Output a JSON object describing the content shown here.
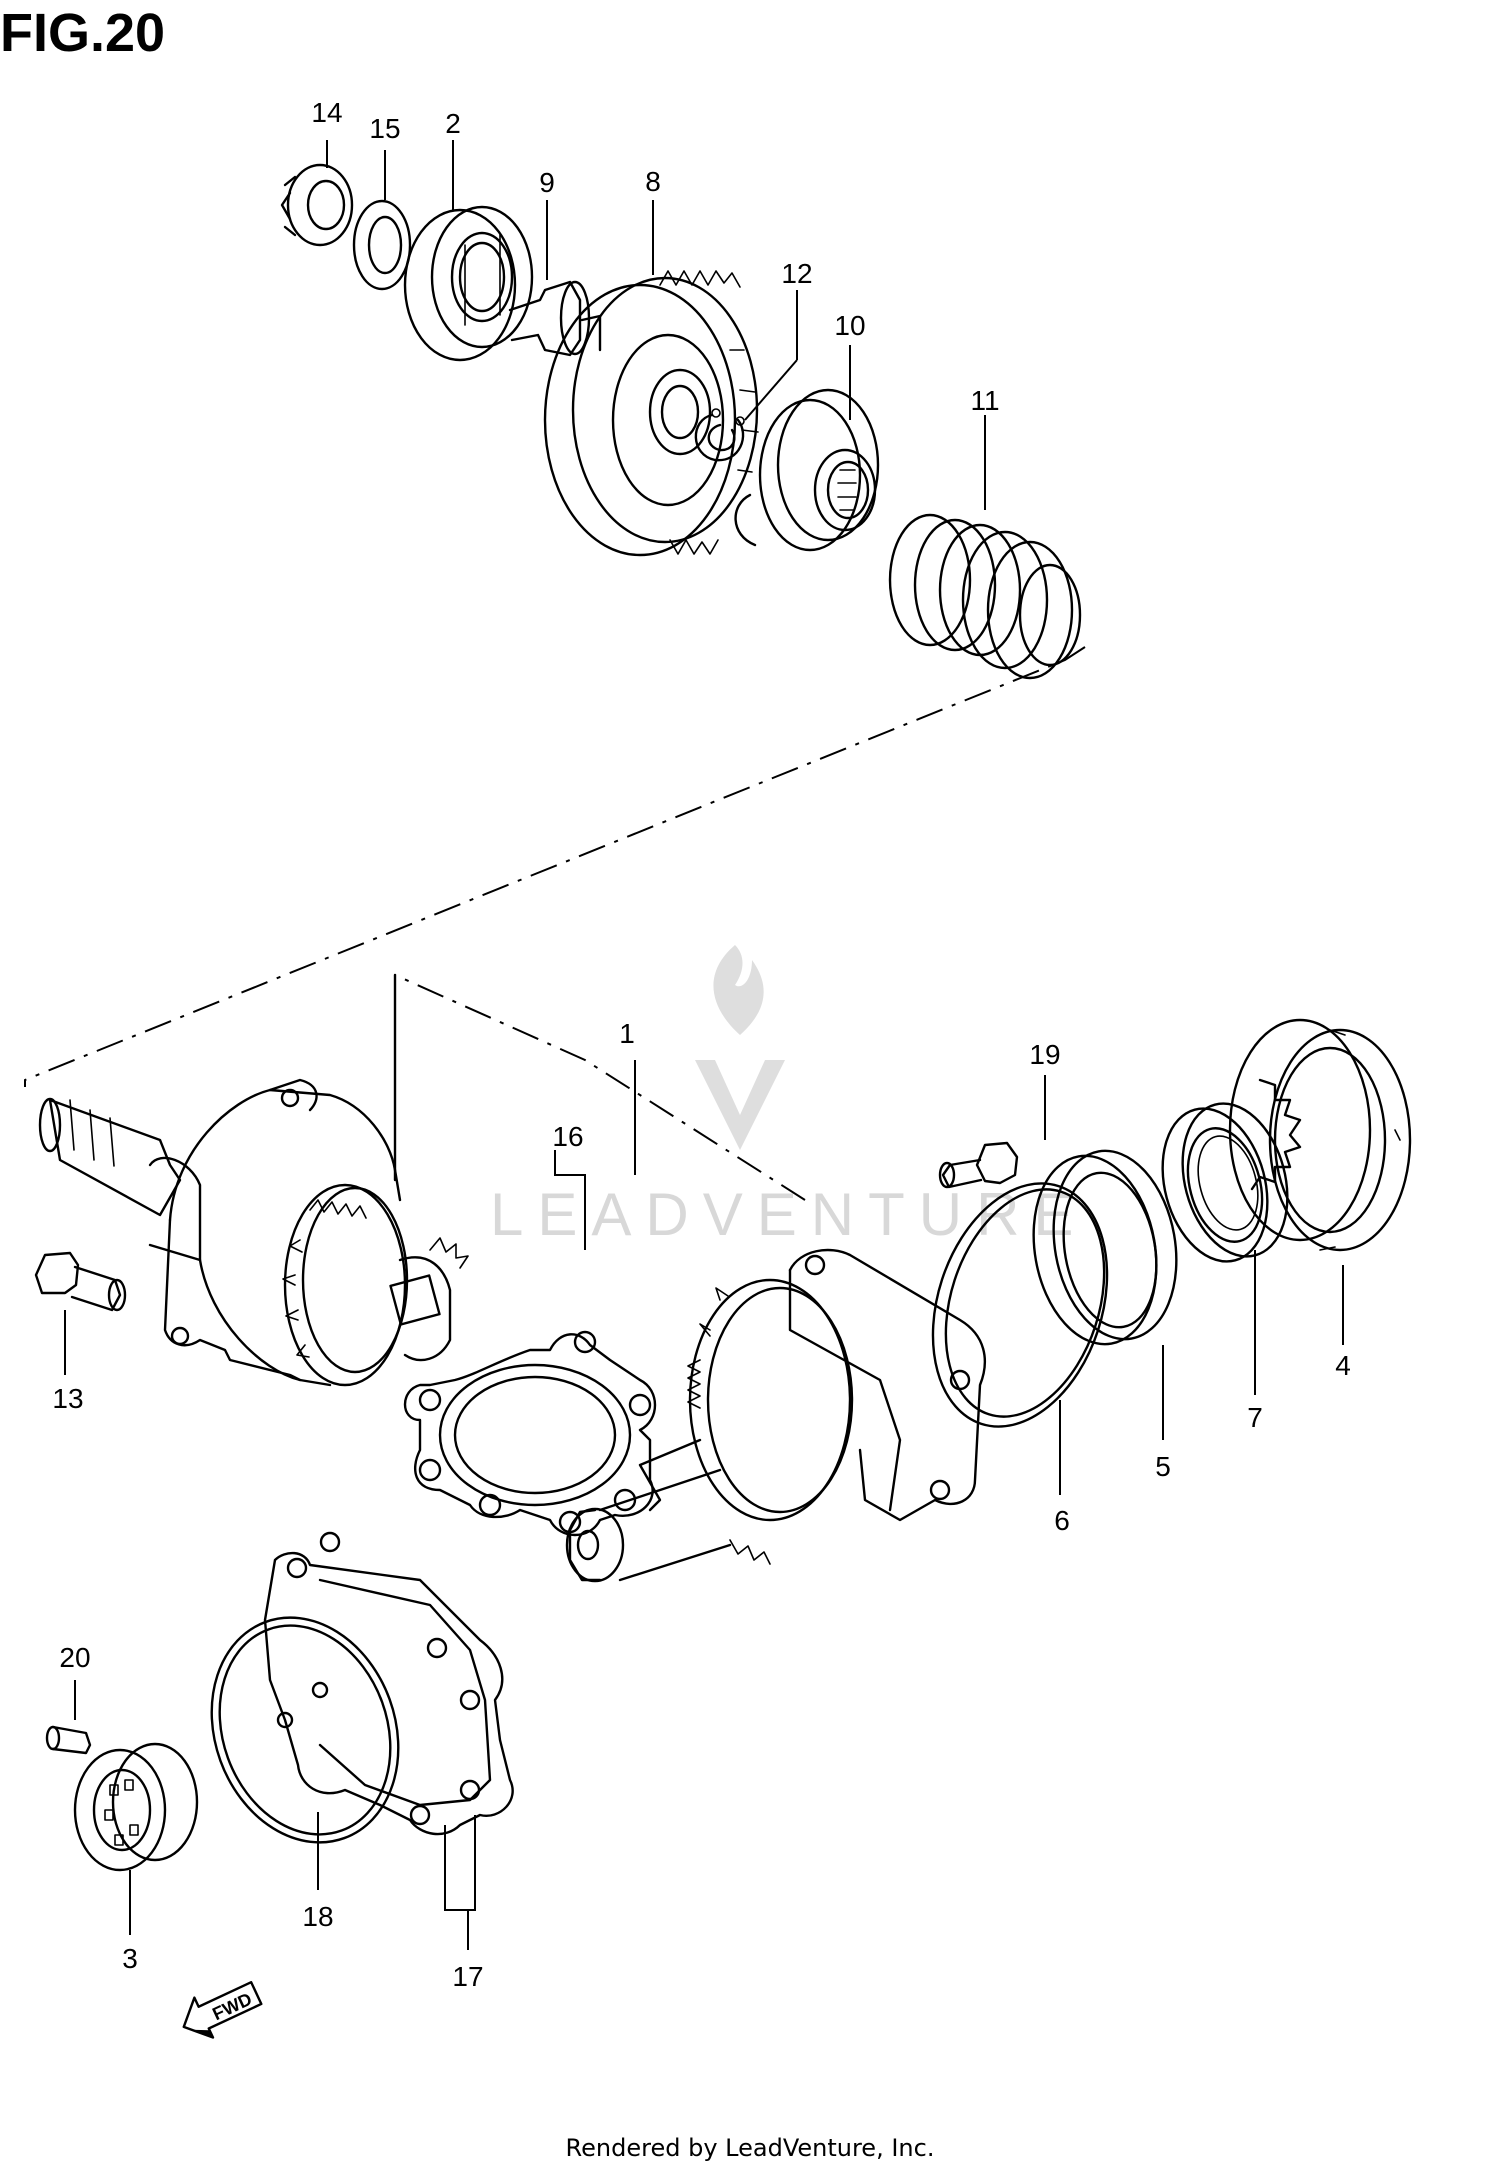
{
  "title": "FIG.20",
  "footer": "Rendered by LeadVenture, Inc.",
  "watermark": "LEADVENTURE",
  "fwd_label": "FWD",
  "callouts": [
    "14",
    "15",
    "2",
    "9",
    "8",
    "12",
    "10",
    "11",
    "1",
    "19",
    "16",
    "13",
    "4",
    "7",
    "5",
    "6",
    "20",
    "18",
    "17",
    "3"
  ]
}
